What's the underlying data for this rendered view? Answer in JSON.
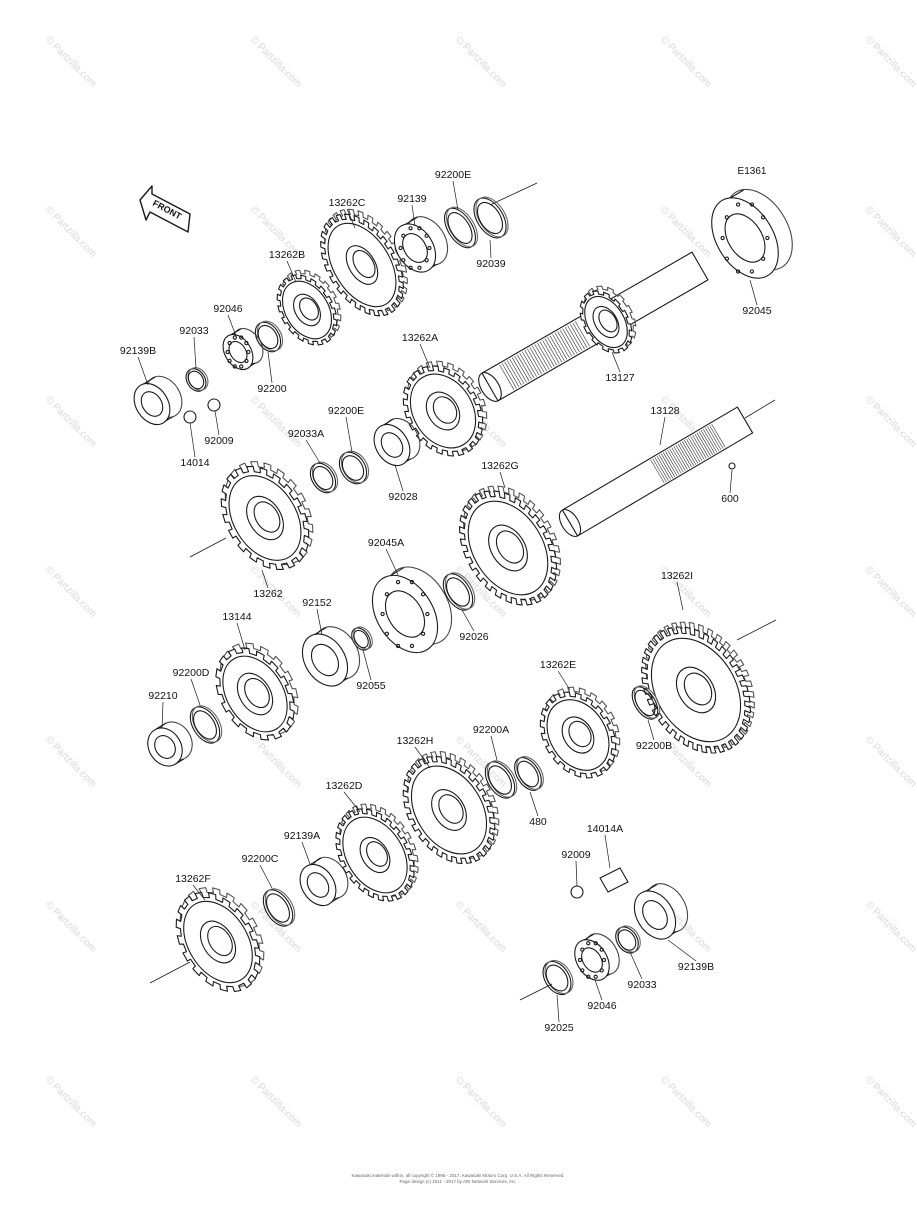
{
  "diagram": {
    "code": "E1361",
    "front_label": "FRONT",
    "watermark": "© Partzilla.com",
    "footer_line1": "Kawasaki materials within, all copyright © 1995 - 2017, Kawasaki Motors Corp, U.S.A. All Rights Reserved.",
    "footer_line2": "Page design (c) 2011 - 2017 by ARI Network Services, Inc.",
    "labels": [
      {
        "id": "92200E-top",
        "text": "92200E"
      },
      {
        "id": "92139",
        "text": "92139"
      },
      {
        "id": "13262C",
        "text": "13262C"
      },
      {
        "id": "13262B",
        "text": "13262B"
      },
      {
        "id": "92046-top",
        "text": "92046"
      },
      {
        "id": "92033-top",
        "text": "92033"
      },
      {
        "id": "92139B-left",
        "text": "92139B"
      },
      {
        "id": "92200",
        "text": "92200"
      },
      {
        "id": "14014",
        "text": "14014"
      },
      {
        "id": "92009-left",
        "text": "92009"
      },
      {
        "id": "92039",
        "text": "92039"
      },
      {
        "id": "92045",
        "text": "92045"
      },
      {
        "id": "13127",
        "text": "13127"
      },
      {
        "id": "13262A",
        "text": "13262A"
      },
      {
        "id": "92200E-mid",
        "text": "92200E"
      },
      {
        "id": "92033A",
        "text": "92033A"
      },
      {
        "id": "92028",
        "text": "92028"
      },
      {
        "id": "13128",
        "text": "13128"
      },
      {
        "id": "600",
        "text": "600"
      },
      {
        "id": "13262G",
        "text": "13262G"
      },
      {
        "id": "13262",
        "text": "13262"
      },
      {
        "id": "92045A",
        "text": "92045A"
      },
      {
        "id": "92026",
        "text": "92026"
      },
      {
        "id": "13262I",
        "text": "13262I"
      },
      {
        "id": "13144",
        "text": "13144"
      },
      {
        "id": "92152",
        "text": "92152"
      },
      {
        "id": "92200D",
        "text": "92200D"
      },
      {
        "id": "92210",
        "text": "92210"
      },
      {
        "id": "92055",
        "text": "92055"
      },
      {
        "id": "13262E",
        "text": "13262E"
      },
      {
        "id": "92200B",
        "text": "92200B"
      },
      {
        "id": "13262H",
        "text": "13262H"
      },
      {
        "id": "92200A",
        "text": "92200A"
      },
      {
        "id": "480",
        "text": "480"
      },
      {
        "id": "13262D",
        "text": "13262D"
      },
      {
        "id": "14014A",
        "text": "14014A"
      },
      {
        "id": "92139A",
        "text": "92139A"
      },
      {
        "id": "92200C",
        "text": "92200C"
      },
      {
        "id": "92009-right",
        "text": "92009"
      },
      {
        "id": "13262F",
        "text": "13262F"
      },
      {
        "id": "92139B-right",
        "text": "92139B"
      },
      {
        "id": "92033-bottom",
        "text": "92033"
      },
      {
        "id": "92046-bottom",
        "text": "92046"
      },
      {
        "id": "92025",
        "text": "92025"
      }
    ]
  }
}
